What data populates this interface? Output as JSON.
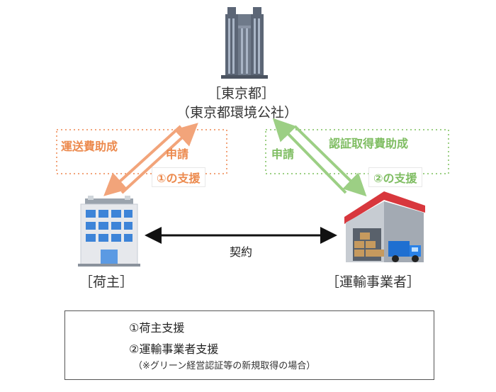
{
  "government": {
    "name": "［東京都］",
    "sub": "（東京都環境公社）"
  },
  "shipper": {
    "name": "［荷主］"
  },
  "carrier": {
    "name": "［運輸事業者］"
  },
  "left_flow": {
    "subsidy_label": "運送費助成",
    "apply_label": "申請",
    "support_label": "①の支援"
  },
  "right_flow": {
    "subsidy_label": "認証取得費助成",
    "apply_label": "申請",
    "support_label": "②の支援"
  },
  "contract_label": "契約",
  "legend": {
    "item1": "①荷主支援",
    "item2": "②運輸事業者支援",
    "note": "（※グリーン経営認証等の新規取得の場合）"
  },
  "colors": {
    "orange": "#f2a47a",
    "orange_text": "#ec8a4e",
    "green": "#9ccf84",
    "green_text": "#7fbd62"
  }
}
